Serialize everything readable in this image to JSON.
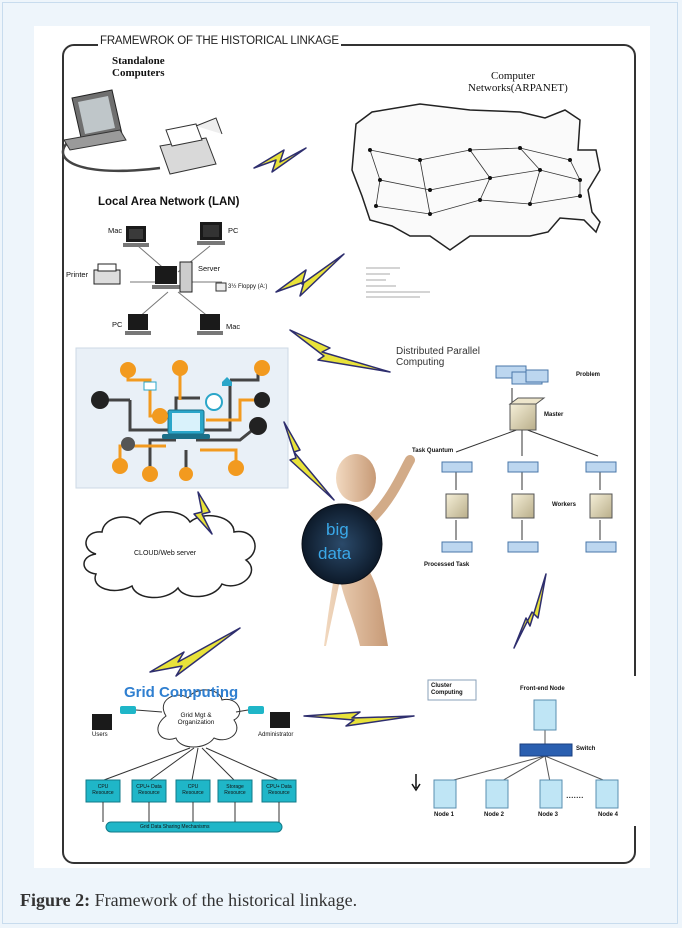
{
  "figure": {
    "frame_title": "FRAMEWROK OF THE HISTORICAL LINKAGE",
    "caption_label": "Figure 2:",
    "caption_text": " Framework of the historical linkage."
  },
  "standalone": {
    "title": "Standalone Computers"
  },
  "arpanet": {
    "title": "Computer Networks(ARPANET)"
  },
  "lan": {
    "title": "Local Area Network (LAN)",
    "nodes": {
      "mac_top": "Mac",
      "pc_top": "PC",
      "printer": "Printer",
      "server": "Server",
      "floppy": "3½ Floppy (A:)",
      "pc_bottom": "PC",
      "mac_bottom": "Mac"
    }
  },
  "distributed": {
    "title": "Distributed Parallel Computing",
    "problem": "Problem",
    "master": "Master",
    "task_quantum": "Task Quantum",
    "workers": "Workers",
    "processed_task": "Processed Task"
  },
  "cloud": {
    "label": "CLOUD/Web server"
  },
  "bigdata": {
    "line1": "big",
    "line2": "data"
  },
  "grid": {
    "title": "Grid Computing",
    "center": "Grid Mgt & Organization",
    "users": "Users",
    "admin": "Administrator",
    "resources": [
      "CPU Resource",
      "CPU+ Data Resource",
      "CPU Resource",
      "Storage Resource",
      "CPU+ Data Resource"
    ],
    "bus": "Grid Data Sharing Mechanisms"
  },
  "cluster": {
    "title": "Cluster Computing",
    "frontend": "Front-end Node",
    "switch": "Switch",
    "nodes": [
      "Node 1",
      "Node 2",
      "Node 3",
      "Node 4"
    ],
    "ellipsis": "......."
  },
  "colors": {
    "accent": "#2f7fd0",
    "lightning": "#e8e23a",
    "node_orange": "#f29a1f",
    "node_blue": "#2aa6c9",
    "wire": "#555555"
  }
}
